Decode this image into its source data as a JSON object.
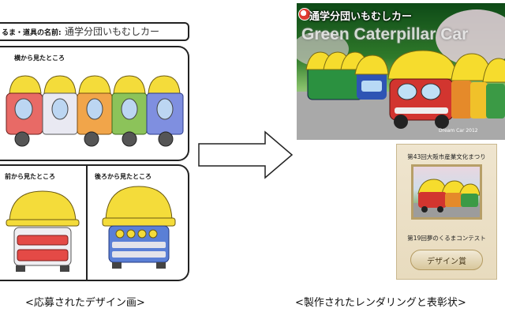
{
  "entry_sheet": {
    "name_label": "るま・道具の名前:",
    "name_value": "通学分団いもむしカー",
    "side_view_label": "横から見たところ",
    "front_view_label": "前から見たところ",
    "back_view_label": "後ろから見たところ"
  },
  "render": {
    "title": "通学分団いもむしカー",
    "subtitle": "Green Caterpillar Car",
    "footer": "Dream Car 2012"
  },
  "award": {
    "line1": "第43回大阪市産業文化まつり",
    "line2": "第19回夢のくるまコンテスト",
    "badge": "デザイン賞"
  },
  "captions": {
    "left": "<応募されたデザイン画>",
    "right": "<製作されたレンダリングと表彰状>"
  },
  "colors": {
    "hat_yellow": "#f4dc3a",
    "car_red": "#d63b35",
    "car_blue": "#3d63b8",
    "car_green": "#6fb146",
    "car_orange": "#e7923a",
    "paper": "#ece0c4"
  }
}
